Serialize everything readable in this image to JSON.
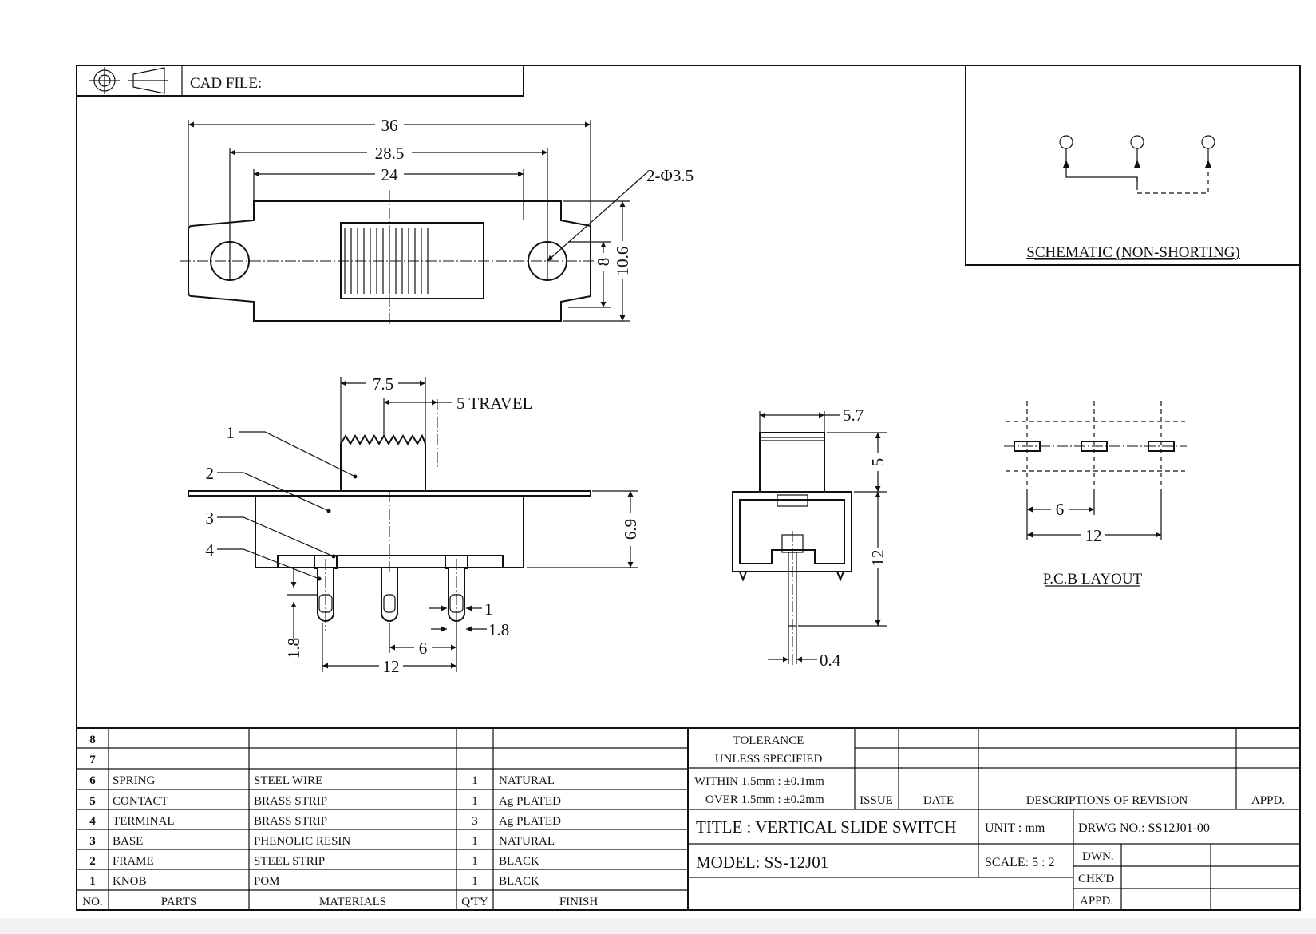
{
  "header": {
    "cad_file_label": "CAD FILE:"
  },
  "top_view": {
    "dim_36": "36",
    "dim_28_5": "28.5",
    "dim_24": "24",
    "dim_holes": "2-Φ3.5",
    "dim_8": "8",
    "dim_10_6": "10.6"
  },
  "side_view": {
    "dim_7_5": "7.5",
    "dim_travel": "5 TRAVEL",
    "callout_1": "1",
    "callout_2": "2",
    "callout_3": "3",
    "callout_4": "4",
    "dim_6_9": "6.9",
    "dim_pin_1": "1",
    "dim_pin_1_8_right": "1.8",
    "dim_pin_1_8_left": "1.8",
    "dim_6": "6",
    "dim_12": "12"
  },
  "end_view": {
    "dim_5_7": "5.7",
    "dim_5": "5",
    "dim_12": "12",
    "dim_0_4": "0.4"
  },
  "schematic": {
    "caption": "SCHEMATIC (NON-SHORTING)"
  },
  "pcb_layout": {
    "dim_6": "6",
    "dim_12": "12",
    "caption": "P.C.B LAYOUT"
  },
  "parts_table": {
    "header": {
      "no": "NO.",
      "parts": "PARTS",
      "materials": "MATERIALS",
      "qty": "Q'TY",
      "finish": "FINISH"
    },
    "rows": [
      {
        "no": "8",
        "part": "",
        "material": "",
        "qty": "",
        "finish": ""
      },
      {
        "no": "7",
        "part": "",
        "material": "",
        "qty": "",
        "finish": ""
      },
      {
        "no": "6",
        "part": "SPRING",
        "material": "STEEL WIRE",
        "qty": "1",
        "finish": "NATURAL"
      },
      {
        "no": "5",
        "part": "CONTACT",
        "material": "BRASS STRIP",
        "qty": "1",
        "finish": "Ag PLATED"
      },
      {
        "no": "4",
        "part": "TERMINAL",
        "material": "BRASS STRIP",
        "qty": "3",
        "finish": "Ag PLATED"
      },
      {
        "no": "3",
        "part": "BASE",
        "material": "PHENOLIC RESIN",
        "qty": "1",
        "finish": "NATURAL"
      },
      {
        "no": "2",
        "part": "FRAME",
        "material": "STEEL STRIP",
        "qty": "1",
        "finish": "BLACK"
      },
      {
        "no": "1",
        "part": "KNOB",
        "material": "POM",
        "qty": "1",
        "finish": "BLACK"
      }
    ]
  },
  "title_block": {
    "tolerance_line1": "TOLERANCE",
    "tolerance_line2": "UNLESS SPECIFIED",
    "tolerance_within": "WITHIN 1.5mm : ±0.1mm",
    "tolerance_over": "OVER 1.5mm : ±0.2mm",
    "issue": "ISSUE",
    "date": "DATE",
    "descriptions": "DESCRIPTIONS OF REVISION",
    "appd_rev": "APPD.",
    "title": "TITLE : VERTICAL SLIDE SWITCH",
    "unit": "UNIT : mm",
    "drawing_no": "DRWG NO.: SS12J01-00",
    "model": "MODEL: SS-12J01",
    "scale": "SCALE: 5 : 2",
    "dwn": "DWN.",
    "chkd": "CHK'D",
    "appd": "APPD."
  }
}
